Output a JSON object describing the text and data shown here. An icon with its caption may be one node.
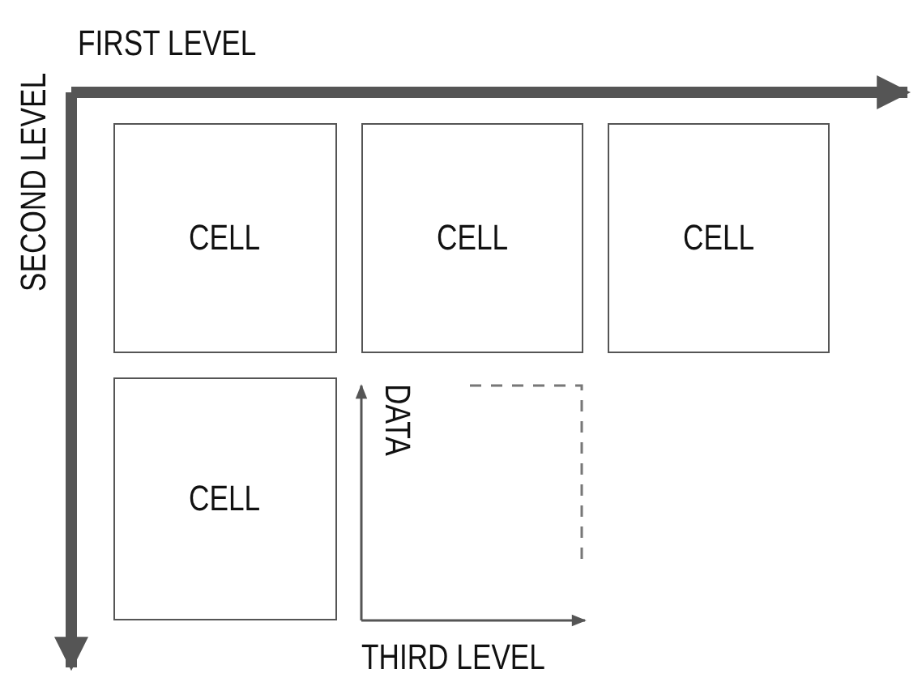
{
  "diagram": {
    "nodes": [
      {
        "text": [
          "CELL"
        ]
      },
      {
        "text": [
          "CELL"
        ]
      },
      {
        "text": [
          "CELL"
        ]
      },
      {
        "text": [
          "CELL"
        ]
      }
    ],
    "labels": [
      "FIRST LEVEL",
      "SECOND LEVEL",
      "DATA",
      "THIRD LEVEL"
    ]
  }
}
